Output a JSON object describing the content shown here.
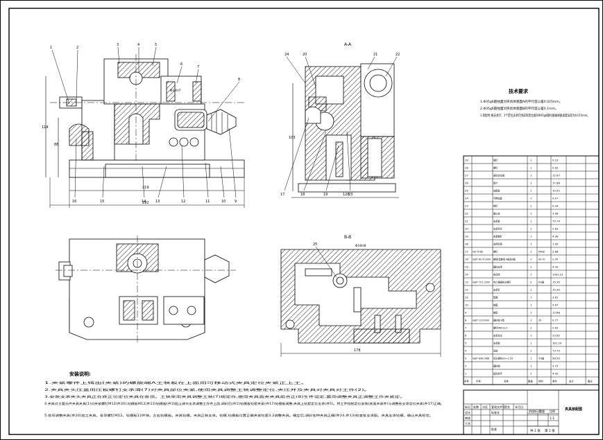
{
  "sections": {
    "aa_title": "A-A",
    "bb_title": "B-B"
  },
  "tech": {
    "title": "技术要求",
    "lines": [
      "1.Φ35g6圆柱面对夹具体底面A的平行度公差0.025mm。",
      "2.Φ35g6圆柱面对夹具体底面B的平行度公差0.1mm。",
      "3.装配时,两支承钉、3个定位支承钉组成的定位面对Φ35g6圆柱面轴线垂直度误差为0.015mm。"
    ]
  },
  "install": {
    "title": "安装说明:",
    "lines": [
      "1.夹紧零件上铸出(夹紧)的螺旋端A工装板在上面用可移动式夹具定位夹紧正上工。",
      "2.夹具夹头压盖用压板螺钉支承滑(7)对夹具部位夹紧,使用夹具调整工装调整定位,夹压并及夹具对夹具对工作(2)。",
      "3.安装支承夹头夹具正在底正位定位夹具在各项。工装采用夹具调整工装(7)规定作,使用夹具面夹夹具组合正(8)生件设定,要用调整夹具正调整工作夹紧定。",
      "4.夹具对主要元件夹具夹具(1)对夹紧螺钉M12(件20),钻模板M12(件23)钻模板(件3)组上调节支承调整工作件上面,调好后(件2)钻模板钻套夹紧(件17)钻模板调整,夹具上钻套定位支承(件5)。将工件铰削定位安装(底面夹紧件)与调整各支承定位夹紧(件17)正确。",
      "5.各项调整夹具(件20)加工夹具。各项螺钉M12。钻模板12件装。左右钻模板。夹具钻模。夹具正装支承。钻模,钻模板位置正确夹紧钻套3.2调整夹具。确定后,调好各种夹具正确(件24,件13)检查各支承配。夹具支承钻模。确认夹具检验。"
    ]
  },
  "dims": {
    "height_main": "114",
    "height_sub": "88",
    "width_inner": "219",
    "width_outer": "292",
    "aa_height": "103",
    "aa_width": "128",
    "bb_width": "178",
    "phi_label": "Φ12H7",
    "phi_label2": "Φ16H8"
  },
  "labels": {
    "front_top": [
      "1",
      "2",
      "3",
      "4",
      "5",
      "6",
      "7",
      "8"
    ],
    "front_bottom": [
      "16",
      "15",
      "14",
      "13",
      "12",
      "11",
      "10",
      "9"
    ],
    "aa_top": [
      "24",
      "20",
      "21",
      "22"
    ],
    "aa_bottom": [
      "17",
      "18",
      "19",
      "23"
    ],
    "bb": [
      "25"
    ]
  },
  "bom": {
    "rows": [
      {
        "no": "29",
        "code": "",
        "name": "销钉",
        "qty": "1",
        "mat": "",
        "mass": "0.23"
      },
      {
        "no": "28",
        "code": "",
        "name": "螺钉",
        "qty": "1",
        "mat": "",
        "mass": "0.92"
      },
      {
        "no": "27",
        "code": "",
        "name": "菱形定位销",
        "qty": "1",
        "mat": "",
        "mass": "12.67"
      },
      {
        "no": "26",
        "code": "",
        "name": "垫片",
        "qty": "1",
        "mat": "",
        "mass": "17.86"
      },
      {
        "no": "25",
        "code": "",
        "name": "钻模板",
        "qty": "1",
        "mat": "",
        "mass": "10.52"
      },
      {
        "no": "24",
        "code": "",
        "name": "可换钻套",
        "qty": "1",
        "mat": "",
        "mass": "0.07"
      },
      {
        "no": "23",
        "code": "",
        "name": "销钉",
        "qty": "1",
        "mat": "",
        "mass": "0.29"
      },
      {
        "no": "22",
        "code": "",
        "name": "偏心轮",
        "qty": "1",
        "mat": "",
        "mass": "3.58"
      },
      {
        "no": "21",
        "code": "",
        "name": "支承板",
        "qty": "1",
        "mat": "",
        "mass": "73.74"
      },
      {
        "no": "20",
        "code": "",
        "name": "支承杠杆",
        "qty": "1",
        "mat": "",
        "mass": "2.63"
      },
      {
        "no": "19",
        "code": "",
        "name": "夹紧螺钉",
        "qty": "1",
        "mat": "",
        "mass": "4.36"
      },
      {
        "no": "18",
        "code": "",
        "name": "支撑钉座",
        "qty": "1",
        "mat": "",
        "mass": "1.95"
      },
      {
        "no": "17",
        "code": "GB 75-85",
        "name": "螺钉",
        "qty": "1",
        "mat": "M4x8",
        "mass": "2.66"
      },
      {
        "no": "16",
        "code": "GB/T 6170-2000",
        "name": "螺母I型螺母 A级及B级",
        "qty": "1",
        "mat": "A3-70",
        "mass": "2.05"
      },
      {
        "no": "15",
        "code": "",
        "name": "圆柱支承",
        "qty": "1",
        "mat": "",
        "mass": "4.42"
      },
      {
        "no": "14",
        "code": "",
        "name": "夹具体",
        "qty": "1",
        "mat": "",
        "mass": "1091.21"
      },
      {
        "no": "13",
        "code": "GB/T 70.1-2000",
        "name": "内六角圆柱头螺钉",
        "qty": "2",
        "mat": "8.8级",
        "mass": "15.30"
      },
      {
        "no": "12",
        "code": "",
        "name": "支承钉",
        "qty": "1",
        "mat": "",
        "mass": "15.30"
      },
      {
        "no": "11",
        "code": "",
        "name": "垫圈",
        "qty": "1",
        "mat": "",
        "mass": "3.61"
      },
      {
        "no": "10",
        "code": "",
        "name": "轴套",
        "qty": "1",
        "mat": "",
        "mass": "3.67"
      },
      {
        "no": "9",
        "code": "",
        "name": "螺母",
        "qty": "1",
        "mat": "",
        "mass": "13.68"
      },
      {
        "no": "8",
        "code": "GB/T 119-2000",
        "name": "圆柱销 A型",
        "qty": "1",
        "mat": "35",
        "mass": "0.77"
      },
      {
        "no": "7",
        "code": "",
        "name": "螺钉M8X12.5",
        "qty": "1",
        "mat": "",
        "mass": "2.63"
      },
      {
        "no": "6",
        "code": "",
        "name": "支承定位",
        "qty": "1",
        "mat": "",
        "mass": "23.62"
      },
      {
        "no": "5",
        "code": "",
        "name": "支承板",
        "qty": "1",
        "mat": "",
        "mass": "161.29"
      },
      {
        "no": "4",
        "code": "",
        "name": "压板",
        "qty": "1",
        "mat": "",
        "mass": "73.74"
      },
      {
        "no": "3",
        "code": "GB/T 898-1988",
        "name": "双头螺柱bm=1.5d",
        "qty": "1",
        "mat": "4.8级",
        "mass": "58.50"
      },
      {
        "no": "2",
        "code": "",
        "name": "圆柱销",
        "qty": "1",
        "mat": "",
        "mass": "3.15"
      },
      {
        "no": "1",
        "code": "",
        "name": "星形把手",
        "qty": "1",
        "mat": "",
        "mass": "4.42"
      }
    ],
    "header": {
      "no": "序号",
      "code": "代号",
      "name": "名称",
      "qty": "数量",
      "mat": "材料",
      "mass": "单件",
      "total": "总计",
      "note": "备注"
    }
  },
  "titleblock": {
    "drawing_title": "夹具装配图",
    "scale": "1:1",
    "sheet": "共 1 张",
    "sheet_no": "第 1 张",
    "row_labels": [
      "标记",
      "处数",
      "分区",
      "更改文件号",
      "签名",
      "年月日"
    ],
    "design": "设计",
    "check": "审核",
    "process": "工艺",
    "approve": "批准",
    "std": "标准化",
    "stage": "阶段标记",
    "weight": "重量",
    "ratio": "比例"
  }
}
